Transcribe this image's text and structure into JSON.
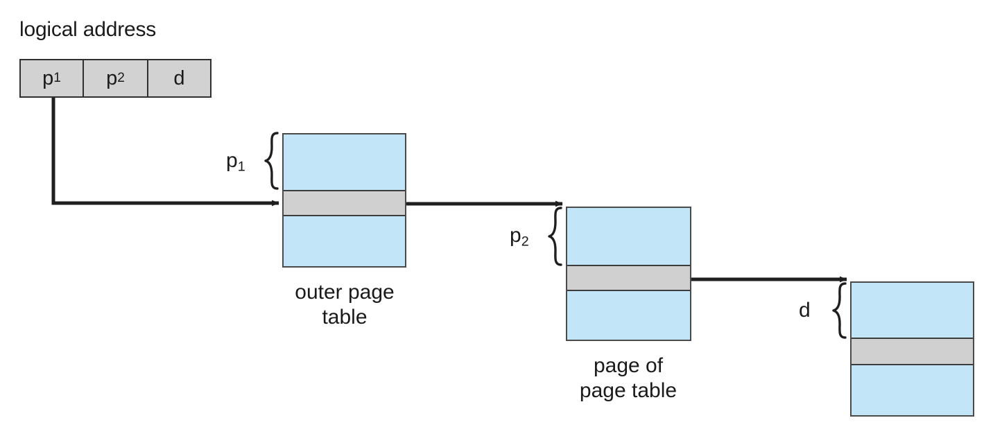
{
  "figure": {
    "title": "two-level paging address translation",
    "background_color": "#ffffff"
  },
  "colors": {
    "blue_fill": "#c3e5f8",
    "gray_fill": "#d0d0d0",
    "address_fill": "#d2d2d2",
    "stroke": "#3c3c3c",
    "text": "#1a1a1a"
  },
  "logical_address": {
    "title": "logical address",
    "fields": [
      {
        "id": "p1",
        "base": "p",
        "sub": "1"
      },
      {
        "id": "p2",
        "base": "p",
        "sub": "2"
      },
      {
        "id": "d",
        "base": "d",
        "sub": ""
      }
    ]
  },
  "blocks": {
    "outer_page_table": {
      "caption": "outer page\ntable",
      "brace_label_base": "p",
      "brace_label_sub": "1",
      "segments": [
        "blue",
        "gray",
        "blue"
      ]
    },
    "page_of_page_table": {
      "caption": "page of\npage table",
      "brace_label_base": "p",
      "brace_label_sub": "2",
      "segments": [
        "blue",
        "gray",
        "blue"
      ]
    },
    "memory_frame": {
      "caption": "",
      "brace_label_base": "d",
      "brace_label_sub": "",
      "segments": [
        "blue",
        "gray",
        "blue"
      ]
    }
  },
  "arrows": [
    {
      "id": "address-to-outer-table",
      "from": "logical address p1 field",
      "to": "outer page table entry"
    },
    {
      "id": "outer-table-to-page-of-page-table",
      "from": "outer page table entry",
      "to": "page of page table"
    },
    {
      "id": "page-of-page-table-to-memory",
      "from": "page of page table entry",
      "to": "memory frame"
    }
  ]
}
